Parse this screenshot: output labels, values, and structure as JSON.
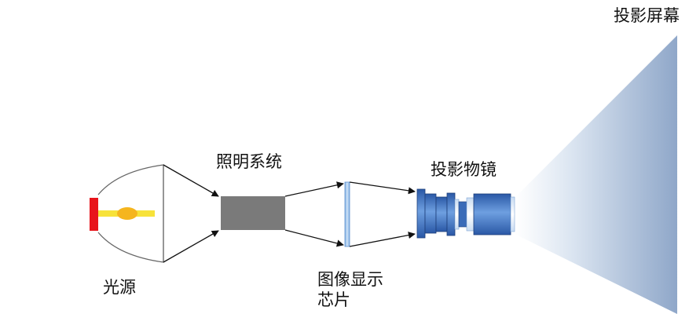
{
  "labels": {
    "light_source": "光源",
    "illumination_system": "照明系统",
    "display_chip_line1": "图像显示",
    "display_chip_line2": "芯片",
    "projection_lens": "投影物镜",
    "projection_screen": "投影屏幕"
  },
  "colors": {
    "lamp": "#e8141b",
    "filament": "#f7e23a",
    "filament_core": "#f5b51e",
    "illumination_block": "#7a7a7a",
    "chip": "#9dc3ea",
    "lens_dark": "#2f5fae",
    "lens_mid": "#4f86d0",
    "lens_light": "#bcd6f1",
    "beam": "#9fb5d3",
    "line": "#111111"
  }
}
